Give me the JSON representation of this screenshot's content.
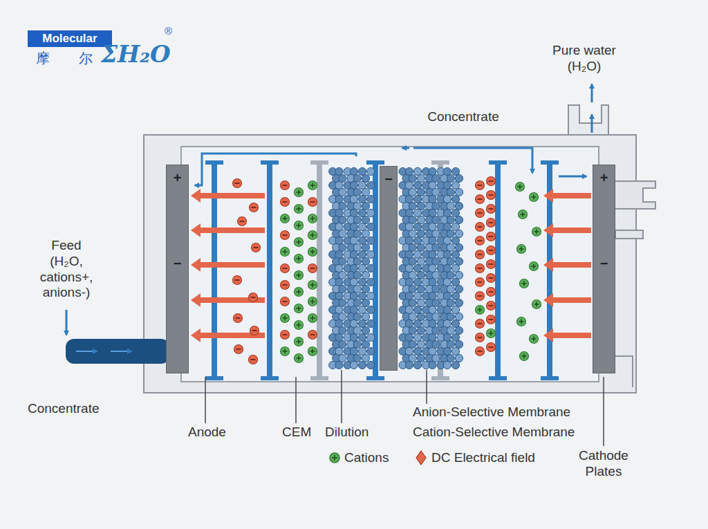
{
  "diagram": {
    "nodes": [
      {
        "text": [
          "+",
          "−"
        ]
      },
      {
        "text": [
          "−"
        ]
      },
      {
        "text": [
          "+",
          "−"
        ]
      }
    ],
    "labels": [
      "Molecular",
      "摩",
      "尔",
      "ΣH₂O",
      "®",
      "Pure water (H₂O)",
      "Concentrate",
      "Feed (H₂O, cations+, anions-)",
      "Concentrate",
      "Anode",
      "CEM",
      "Dilution",
      "Anion-Selective Membrane",
      "Cation-Selective Membrane",
      "Cathode Plates"
    ],
    "legend": [
      {
        "text": "Cations"
      },
      {
        "text": "DC Electrical field"
      }
    ]
  }
}
